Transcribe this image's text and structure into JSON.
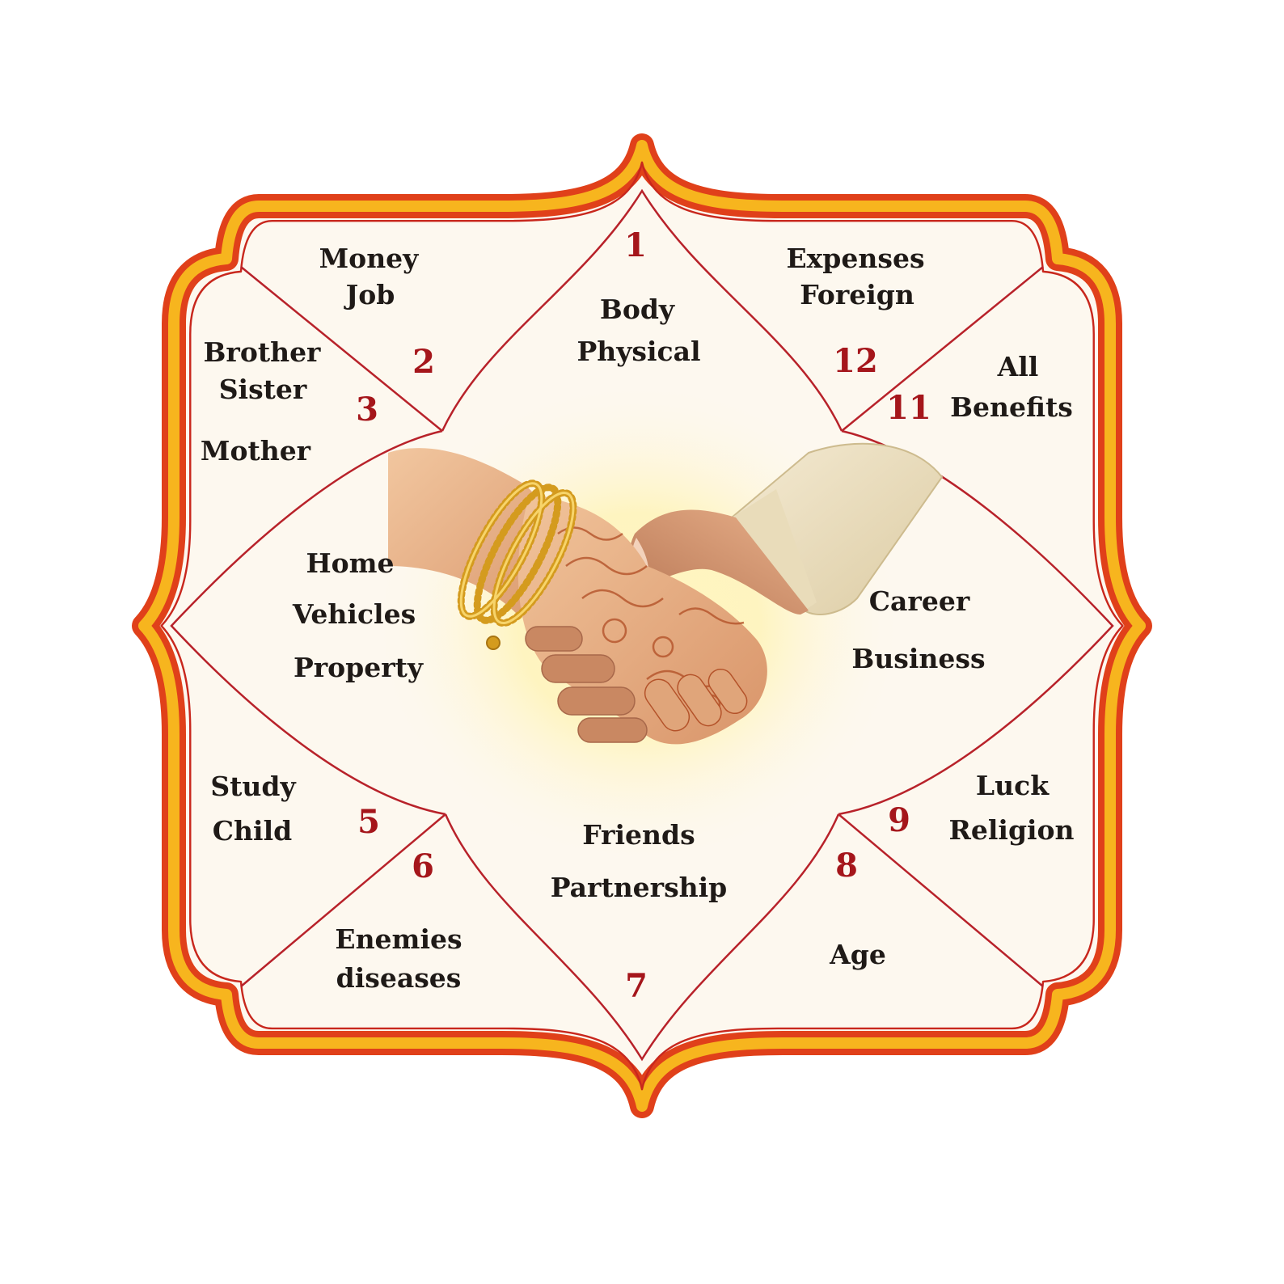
{
  "houses": [
    {
      "number": "1",
      "lines": [
        "Body",
        "Physical"
      ]
    },
    {
      "number": "2",
      "lines": [
        "Money",
        "Job"
      ]
    },
    {
      "number": "3",
      "lines": [
        "Brother",
        "Sister",
        "Mother"
      ]
    },
    {
      "number": "",
      "lines": [
        "Home",
        "Vehicles",
        "Property"
      ]
    },
    {
      "number": "5",
      "lines": [
        "Study",
        "Child"
      ]
    },
    {
      "number": "6",
      "lines": [
        "Enemies",
        "diseases"
      ]
    },
    {
      "number": "7",
      "lines": [
        "Friends",
        "Partnership"
      ]
    },
    {
      "number": "8",
      "lines": [
        "Age"
      ]
    },
    {
      "number": "9",
      "lines": [
        "Luck",
        "Religion"
      ]
    },
    {
      "number": "",
      "lines": [
        "Career",
        "Business"
      ]
    },
    {
      "number": "11",
      "lines": [
        "All",
        "Benefits"
      ]
    },
    {
      "number": "12",
      "lines": [
        "Expenses",
        "Foreign"
      ]
    }
  ],
  "colors": {
    "frame_outer": "#e0401a",
    "frame_gold": "#f7b51e",
    "line": "#b8222a",
    "number": "#a5161b",
    "text": "#1f1a17",
    "panel": "#fdf8ef",
    "glow": "#fff3b0"
  },
  "center_image": "handshake-with-henna-and-gold-bangles"
}
